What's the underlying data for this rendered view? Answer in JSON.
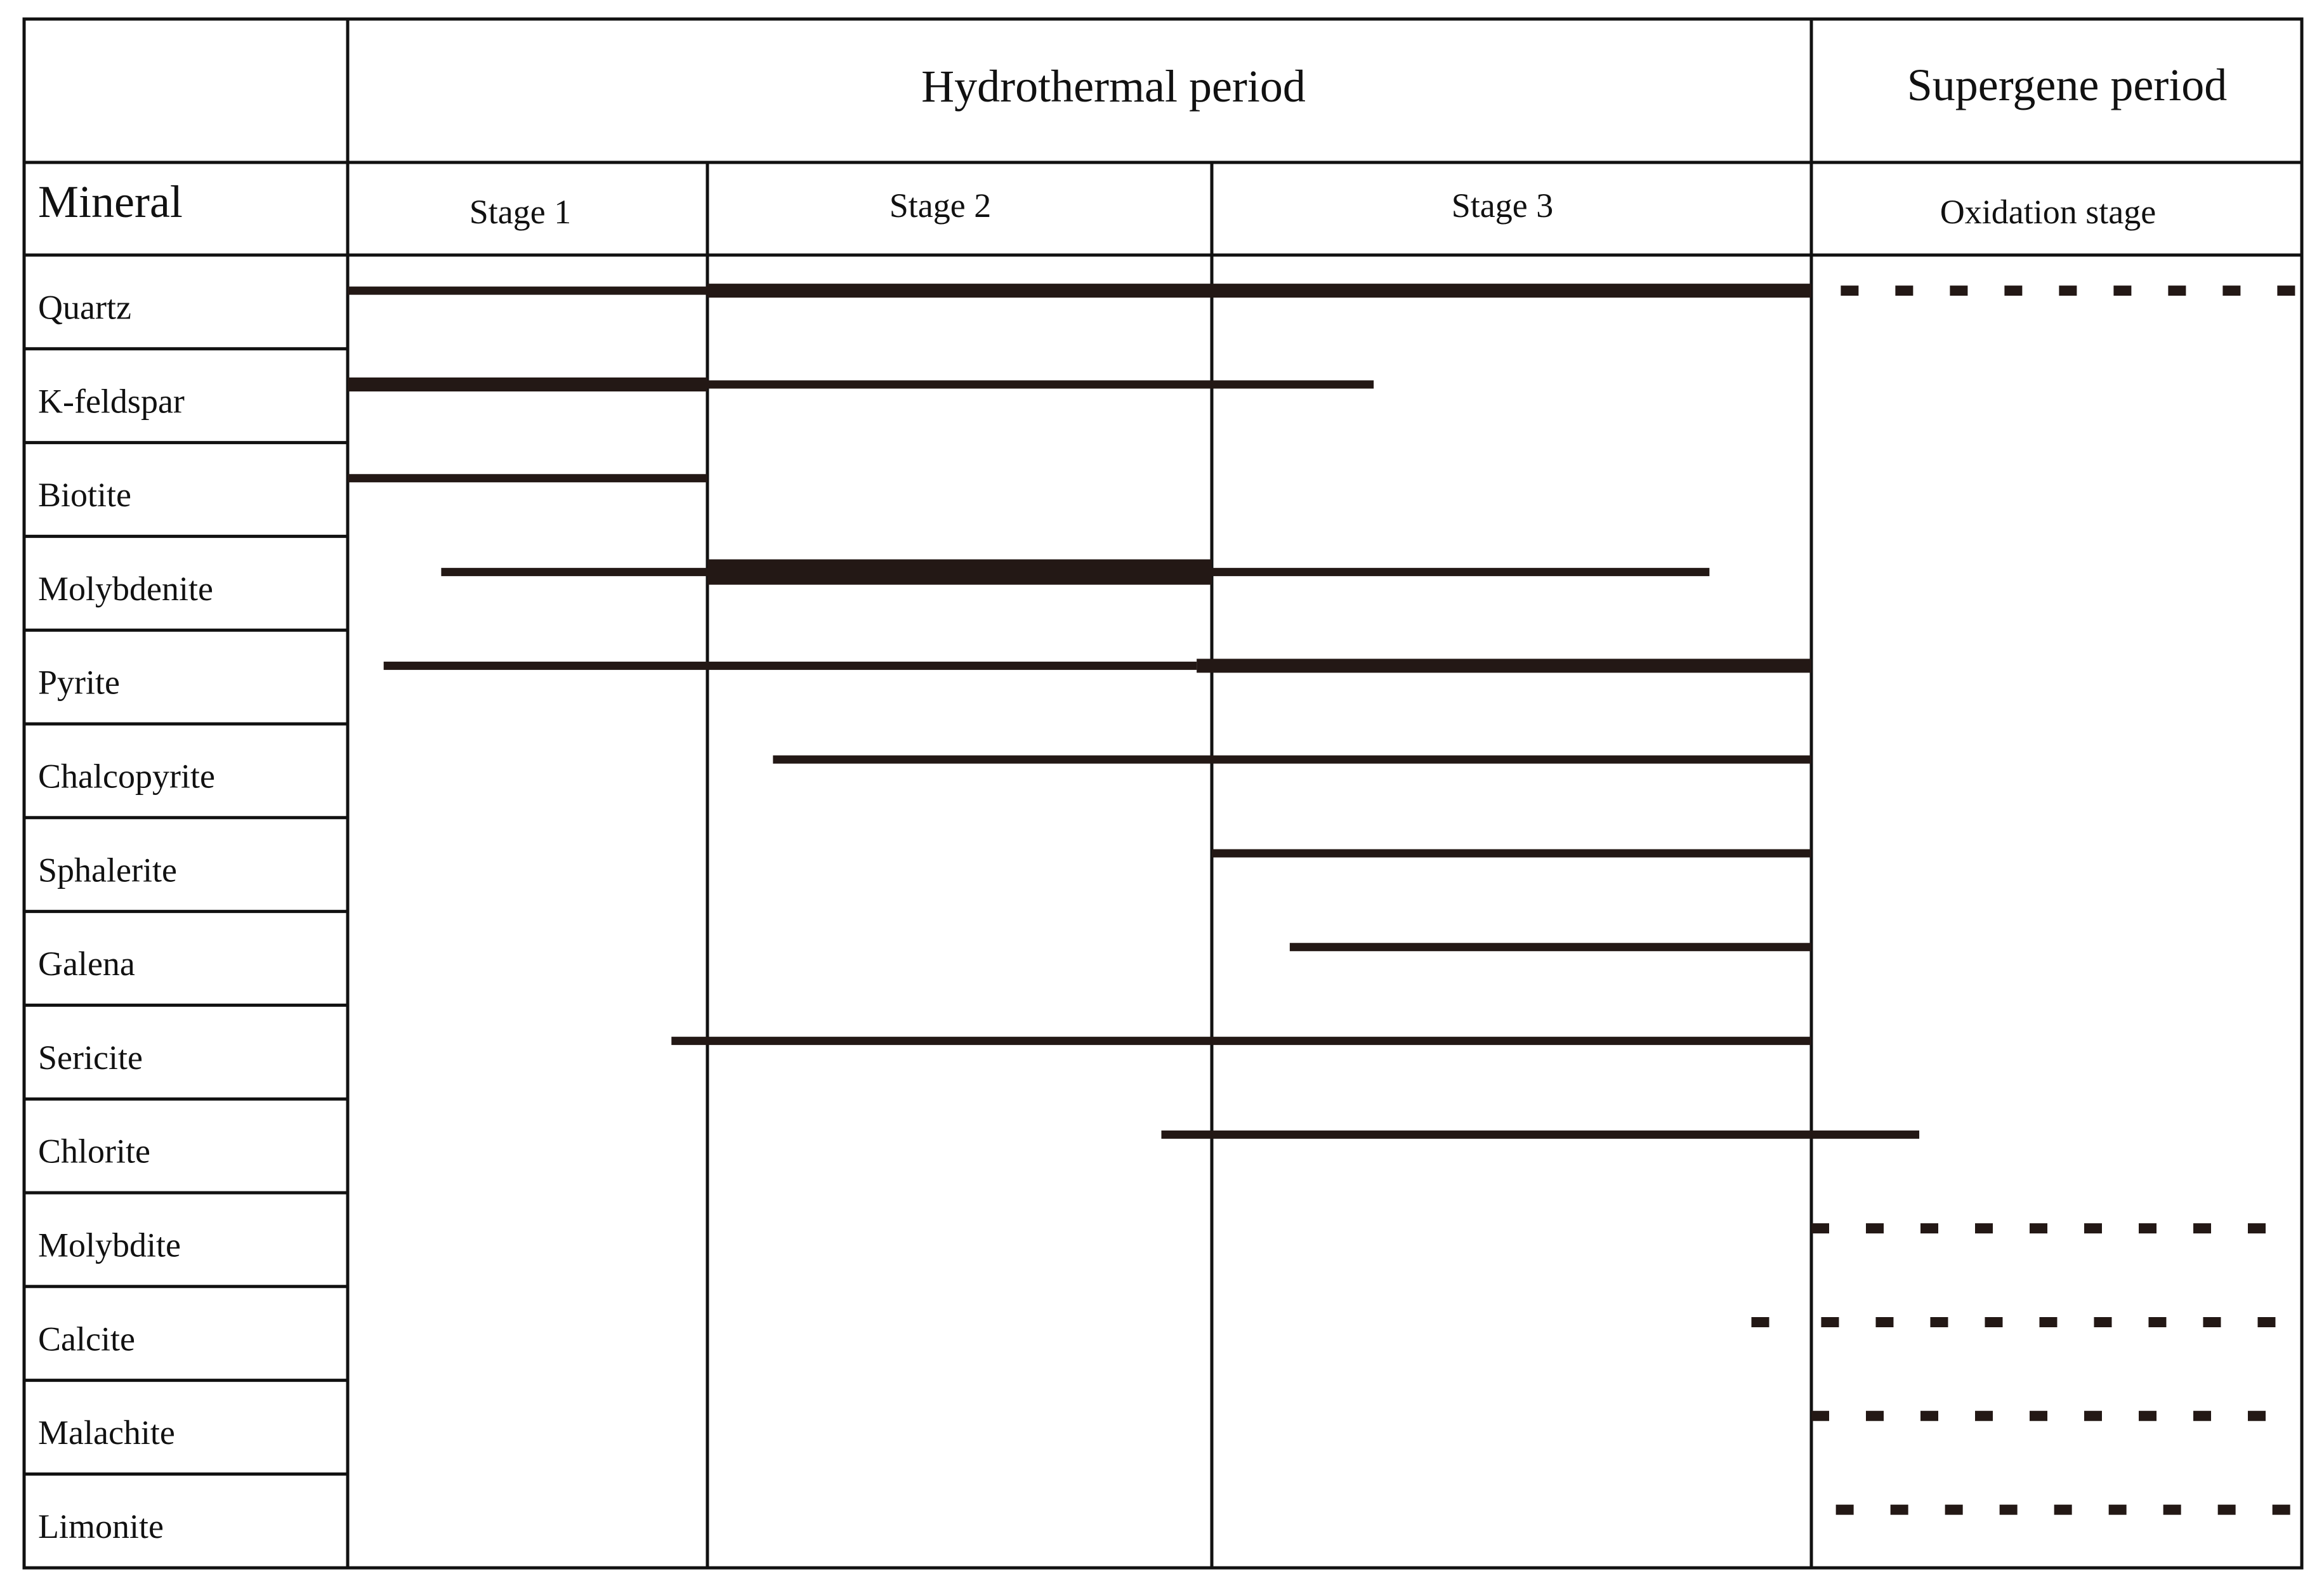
{
  "header": {
    "period_hydrothermal": "Hydrothermal period",
    "period_supergene": "Supergene period",
    "mineral_label": "Mineral",
    "stages": [
      "Stage 1",
      "Stage 2",
      "Stage 3",
      "Oxidation stage"
    ]
  },
  "minerals": [
    "Quartz",
    "K-feldspar",
    "Biotite",
    "Molybdenite",
    "Pyrite",
    "Chalcopyrite",
    "Sphalerite",
    "Galena",
    "Sericite",
    "Chlorite",
    "Molybdite",
    "Calcite",
    "Malachite",
    "Limonite"
  ],
  "chart_data": {
    "type": "paragenetic-sequence",
    "stage_axis": [
      "Stage 1",
      "Stage 2",
      "Stage 3",
      "Oxidation stage"
    ],
    "axis_units": "position across stages: 0 = start of Stage 1, 1 = end of Stage 1, 2 = end of Stage 2, 3 = end of Stage 3, 4 = end of Oxidation stage",
    "line_color": "#231815",
    "bars": [
      {
        "mineral": "Quartz",
        "from": 0.0,
        "to": 1.0,
        "style": "solid",
        "weight": "thin"
      },
      {
        "mineral": "Quartz",
        "from": 1.0,
        "to": 3.0,
        "style": "solid",
        "weight": "medium"
      },
      {
        "mineral": "Quartz",
        "from": 3.06,
        "to": 4.0,
        "style": "dashed",
        "weight": "thin"
      },
      {
        "mineral": "K-feldspar",
        "from": 0.0,
        "to": 1.0,
        "style": "solid",
        "weight": "medium"
      },
      {
        "mineral": "K-feldspar",
        "from": 1.0,
        "to": 2.27,
        "style": "solid",
        "weight": "thin"
      },
      {
        "mineral": "Biotite",
        "from": 0.0,
        "to": 1.0,
        "style": "solid",
        "weight": "thin"
      },
      {
        "mineral": "Molybdenite",
        "from": 0.26,
        "to": 1.0,
        "style": "solid",
        "weight": "thin"
      },
      {
        "mineral": "Molybdenite",
        "from": 1.0,
        "to": 2.0,
        "style": "solid",
        "weight": "thick"
      },
      {
        "mineral": "Molybdenite",
        "from": 2.0,
        "to": 2.83,
        "style": "solid",
        "weight": "thin"
      },
      {
        "mineral": "Pyrite",
        "from": 0.1,
        "to": 1.97,
        "style": "solid",
        "weight": "thin"
      },
      {
        "mineral": "Pyrite",
        "from": 1.97,
        "to": 3.0,
        "style": "solid",
        "weight": "medium"
      },
      {
        "mineral": "Chalcopyrite",
        "from": 1.13,
        "to": 3.0,
        "style": "solid",
        "weight": "thin"
      },
      {
        "mineral": "Sphalerite",
        "from": 2.0,
        "to": 3.0,
        "style": "solid",
        "weight": "thin"
      },
      {
        "mineral": "Galena",
        "from": 2.13,
        "to": 3.0,
        "style": "solid",
        "weight": "thin"
      },
      {
        "mineral": "Sericite",
        "from": 0.9,
        "to": 3.0,
        "style": "solid",
        "weight": "thin"
      },
      {
        "mineral": "Chlorite",
        "from": 1.9,
        "to": 3.22,
        "style": "solid",
        "weight": "thin"
      },
      {
        "mineral": "Molybdite",
        "from": 3.0,
        "to": 4.0,
        "style": "dashed",
        "weight": "thin"
      },
      {
        "mineral": "Calcite",
        "from": 2.9,
        "to": 2.94,
        "style": "dashed",
        "weight": "thin"
      },
      {
        "mineral": "Calcite",
        "from": 3.02,
        "to": 3.97,
        "style": "dashed",
        "weight": "thin"
      },
      {
        "mineral": "Malachite",
        "from": 3.0,
        "to": 3.95,
        "style": "dashed",
        "weight": "thin"
      },
      {
        "mineral": "Limonite",
        "from": 3.05,
        "to": 4.0,
        "style": "dashed",
        "weight": "thin"
      }
    ]
  }
}
